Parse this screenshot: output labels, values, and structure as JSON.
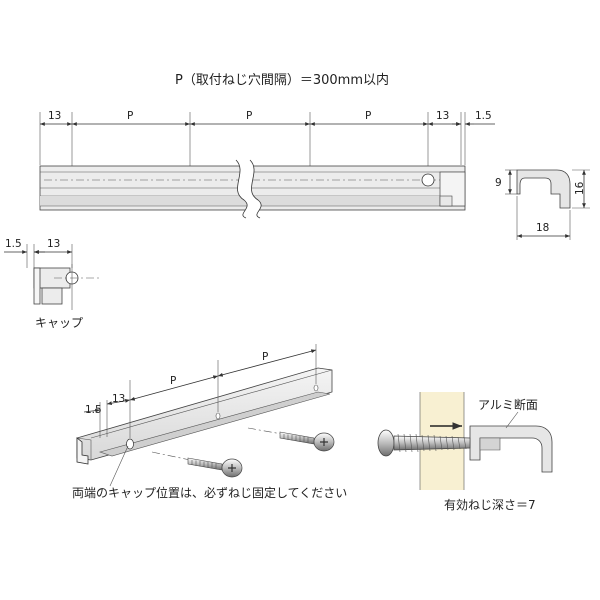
{
  "title": "P（取付ねじ穴間隔）＝300mm以内",
  "top_view": {
    "dim_13_left": "13",
    "dim_p1": "P",
    "dim_p2": "P",
    "dim_p3": "P",
    "dim_13_right": "13",
    "dim_1_5": "1.5"
  },
  "cross_section": {
    "dim_9": "9",
    "dim_16": "16",
    "dim_18": "18"
  },
  "cap_detail": {
    "dim_1_5": "1.5",
    "dim_13": "13",
    "caption": "キャップ"
  },
  "iso_view": {
    "dim_p1": "P",
    "dim_p2": "P",
    "dim_13": "13",
    "dim_1_5": "1.5",
    "note": "両端のキャップ位置は、必ずねじ固定してください"
  },
  "section_detail": {
    "label_aluminum": "アルミ断面",
    "label_screw_depth": "有効ねじ深さ＝7"
  },
  "colors": {
    "rail_fill": "#e4e4e4",
    "rail_light": "#f1f1f1",
    "wall_fill": "#f8f0d2",
    "line": "#333333"
  }
}
